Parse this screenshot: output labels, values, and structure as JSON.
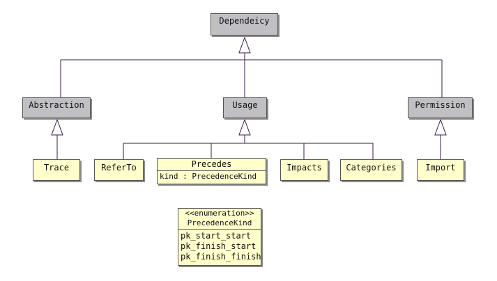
{
  "diagram": {
    "root": "Dependeicy",
    "level1": [
      "Abstraction",
      "Usage",
      "Permission"
    ],
    "abstraction_children": [
      "Trace"
    ],
    "usage_children": [
      "ReferTo",
      "Precedes",
      "Impacts",
      "Categories"
    ],
    "precedes_attribute": "kind : PrecedenceKind",
    "permission_children": [
      "Import"
    ],
    "enumeration": {
      "stereotype": "<<enumeration>>",
      "name": "PrecedenceKind",
      "literals": [
        "pk_start_start",
        "pk_finish_start",
        "pk_finish_finish"
      ]
    },
    "colors": {
      "abstract_fill": "#c0c0c4",
      "class_fill": "#ffffcc",
      "line": "#3a1a4a"
    }
  }
}
